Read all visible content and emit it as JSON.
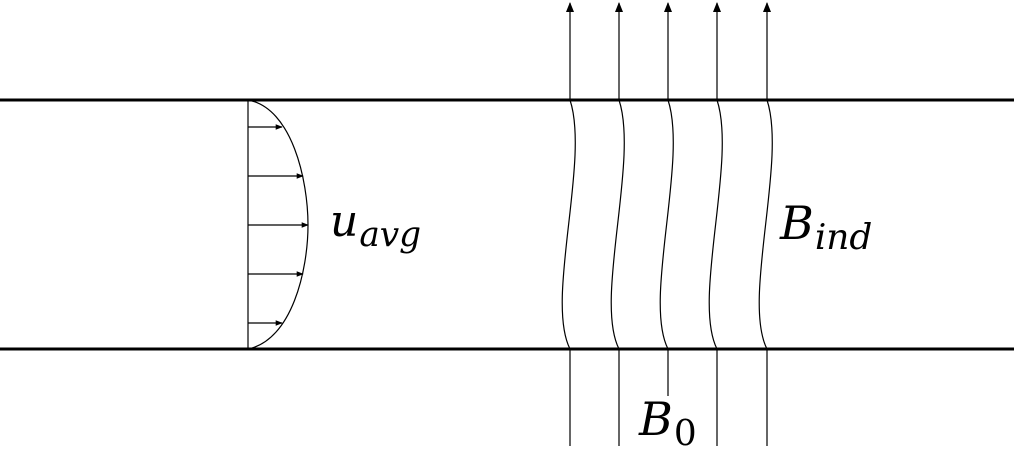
{
  "labels": {
    "velocity_main": "u",
    "velocity_sub": "avg",
    "induced_main": "B",
    "induced_sub": "ind",
    "applied_main": "B",
    "applied_sub": "0"
  },
  "colors": {
    "stroke": "#000000",
    "background": "#ffffff"
  }
}
